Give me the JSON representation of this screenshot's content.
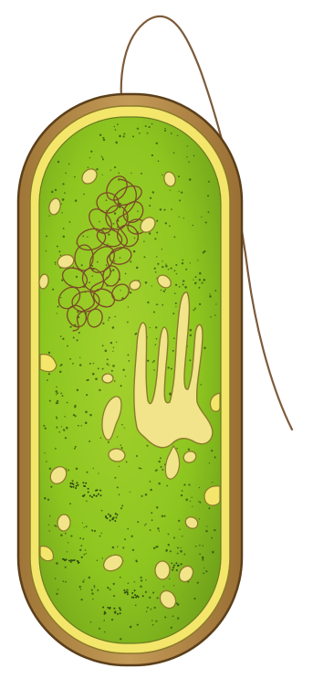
{
  "figure": {
    "subject": "bacterial-cell-illustration",
    "parts": [
      "flagellum",
      "cell-wall",
      "cell-membrane",
      "cytoplasm",
      "nucleoid",
      "mesosome",
      "inclusions",
      "ribosomes"
    ]
  },
  "colors": {
    "background": "#ffffff",
    "cell_wall": "#b98c4a",
    "cell_wall_edge": "#5b3f1a",
    "membrane": "#f3e66a",
    "cytoplasm": "#8ec620",
    "cytoplasm_light": "#a4d12e",
    "cytoplasm_dark": "#6ea01a",
    "inclusion_fill": "#f1e48a",
    "inclusion_edge": "#8a7a2a",
    "nucleoid": "#7a4a28",
    "flagellum": "#7d5a3a",
    "stipple": "#2f4a10"
  }
}
